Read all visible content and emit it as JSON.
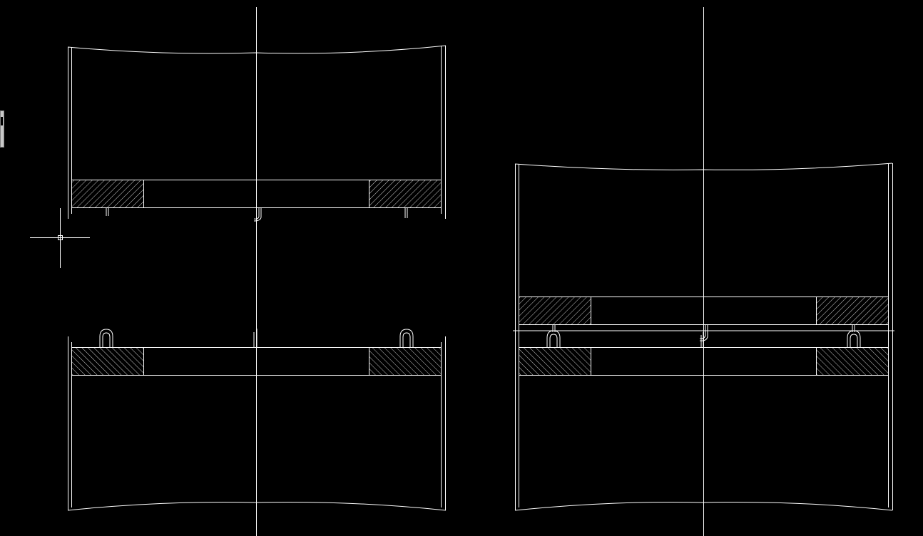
{
  "app": {
    "background": "#000000",
    "line_color": "#ffffff"
  },
  "ui": {
    "side_tab": "palette-tab",
    "cursor": "crosshair-cursor"
  },
  "views": [
    {
      "id": "upper-left",
      "orientation": "ring-bottom"
    },
    {
      "id": "lower-left",
      "orientation": "ring-top"
    },
    {
      "id": "right",
      "orientation": "assembled"
    }
  ]
}
